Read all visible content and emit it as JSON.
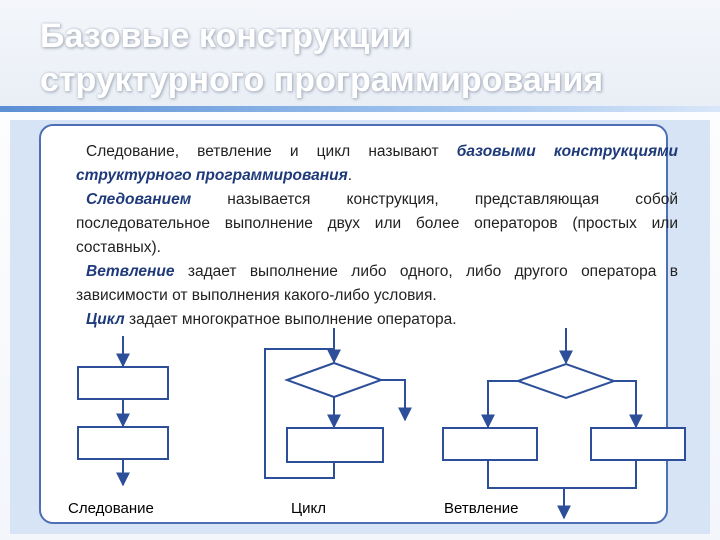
{
  "title": {
    "line1": "Базовые конструкции",
    "line2": "структурного программирования"
  },
  "text": {
    "p1_plain": "Следование, ветвление и цикл называют ",
    "p1_bold": "базовыми конструкциями структурного программирования",
    "p1_end": ".",
    "p2_kw": "Следованием",
    "p2_rest": " называется конструкция, представляющая собой последовательное выполнение двух или более операторов (простых или составных).",
    "p3_kw": "Ветвление",
    "p3_rest": " задает выполнение либо одного, либо другого оператора в зависимости от выполнения какого-либо условия.",
    "p4_kw": "Цикл",
    "p4_rest": " задает многократное выполнение оператора."
  },
  "captions": {
    "sequence": "Следование",
    "loop": "Цикл",
    "branch": "Ветвление"
  },
  "colors": {
    "accent": "#4d6fb4",
    "panel": "#d6e4f5",
    "keyword": "#1f3a7a",
    "flow_stroke": "#2d4f9a"
  }
}
